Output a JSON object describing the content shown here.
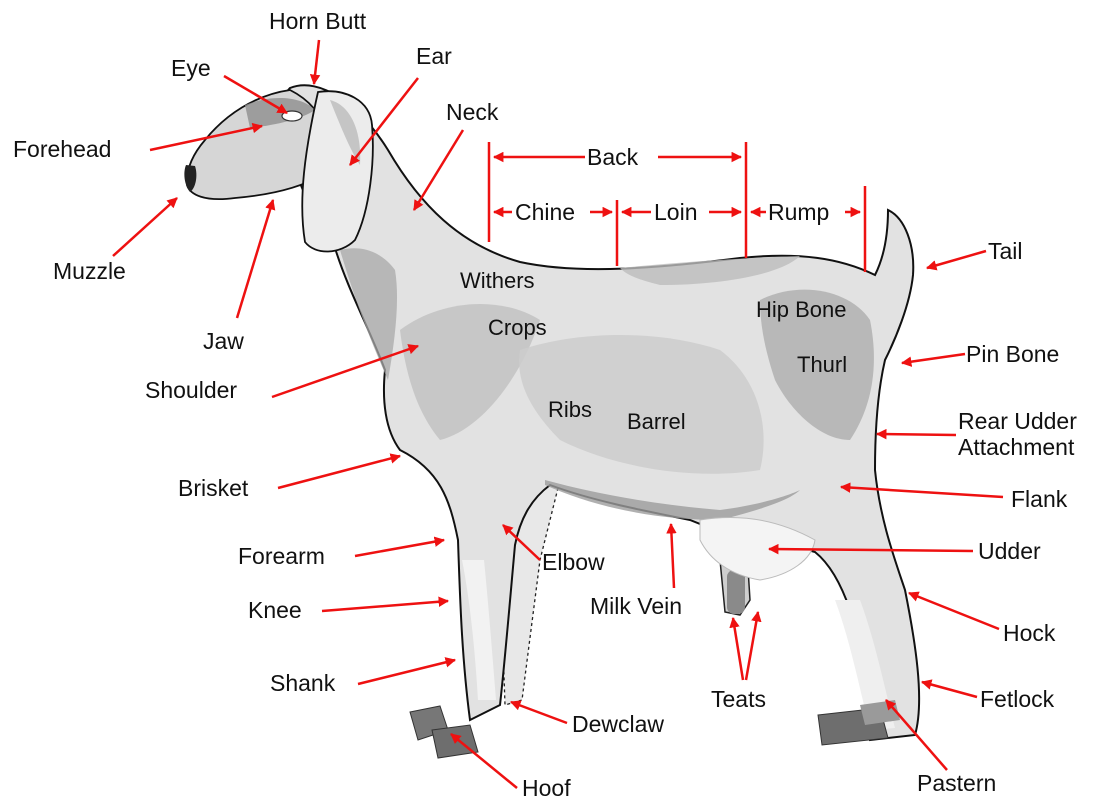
{
  "diagram": {
    "labels": {
      "horn_butt": "Horn Butt",
      "eye": "Eye",
      "ear": "Ear",
      "forehead": "Forehead",
      "neck": "Neck",
      "back": "Back",
      "chine": "Chine",
      "loin": "Loin",
      "rump": "Rump",
      "tail": "Tail",
      "muzzle": "Muzzle",
      "jaw": "Jaw",
      "withers": "Withers",
      "crops": "Crops",
      "hip_bone": "Hip Bone",
      "thurl": "Thurl",
      "pin_bone": "Pin Bone",
      "shoulder": "Shoulder",
      "ribs": "Ribs",
      "barrel": "Barrel",
      "rear_udder_attachment_line1": "Rear Udder",
      "rear_udder_attachment_line2": "Attachment",
      "brisket": "Brisket",
      "flank": "Flank",
      "forearm": "Forearm",
      "elbow": "Elbow",
      "udder": "Udder",
      "knee": "Knee",
      "milk_vein": "Milk Vein",
      "hock": "Hock",
      "shank": "Shank",
      "teats": "Teats",
      "fetlock": "Fetlock",
      "dewclaw": "Dewclaw",
      "hoof": "Hoof",
      "pastern": "Pastern"
    },
    "colors": {
      "arrow": "#ee1111",
      "outline": "#111111",
      "body_light": "#e4e4e4",
      "body_mid": "#c8c8c8",
      "body_dark": "#a0a0a0",
      "hoof": "#7a7a7a"
    }
  }
}
